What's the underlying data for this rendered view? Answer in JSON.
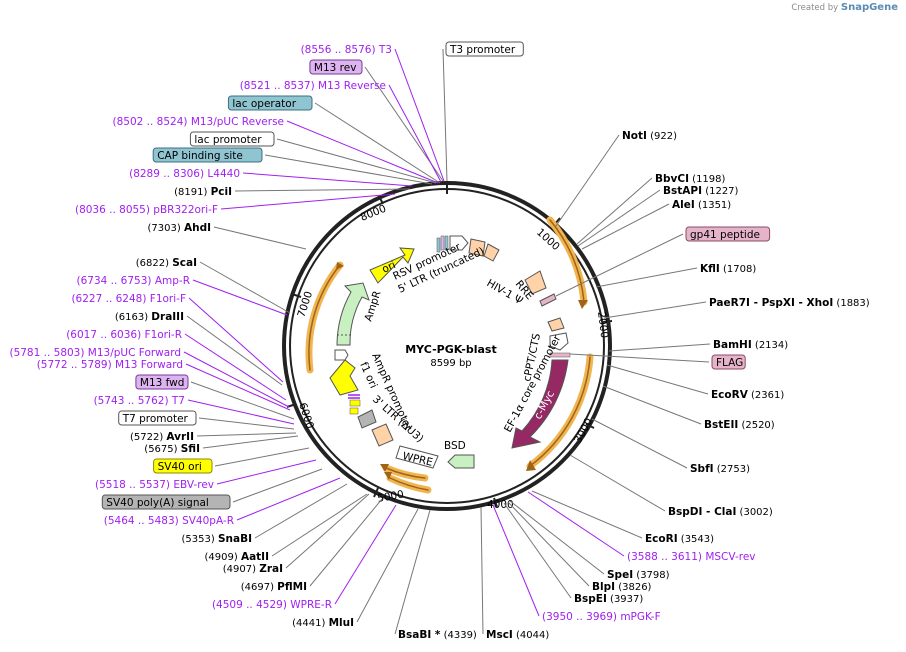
{
  "credit": {
    "prefix": "Created by",
    "brand": "SnapGene"
  },
  "plasmid": {
    "name": "MYC-PGK-blast",
    "size": "8599 bp"
  },
  "ticks": [
    "1000",
    "2000",
    "3000",
    "4000",
    "5000",
    "6000",
    "7000",
    "8000"
  ],
  "site_labels": [
    {
      "name": "T3",
      "pos": "(8556 .. 8576)",
      "kind": "primer"
    },
    {
      "name": "M13 rev",
      "kind": "box",
      "fill": "#dcb4f0",
      "stroke": "#7a3a9a"
    },
    {
      "name": "M13 Reverse",
      "pos": "(8521 .. 8537)",
      "kind": "primer"
    },
    {
      "name": "lac operator",
      "kind": "box",
      "fill": "#8fc4d0",
      "stroke": "#3a7080"
    },
    {
      "name": "M13/pUC Reverse",
      "pos": "(8502 .. 8524)",
      "kind": "primer"
    },
    {
      "name": "lac promoter",
      "kind": "box",
      "fill": "#ffffff",
      "stroke": "#555555"
    },
    {
      "name": "CAP binding site",
      "kind": "box",
      "fill": "#8fc4d0",
      "stroke": "#3a7080"
    },
    {
      "name": "L4440",
      "pos": "(8289 .. 8306)",
      "kind": "primer"
    },
    {
      "name": "PciI",
      "pos": "(8191)",
      "kind": "enzyme"
    },
    {
      "name": "pBR322ori-F",
      "pos": "(8036 .. 8055)",
      "kind": "primer"
    },
    {
      "name": "AhdI",
      "pos": "(7303)",
      "kind": "enzyme"
    },
    {
      "name": "ScaI",
      "pos": "(6822)",
      "kind": "enzyme"
    },
    {
      "name": "Amp-R",
      "pos": "(6734 .. 6753)",
      "kind": "primer"
    },
    {
      "name": "F1ori-F",
      "pos": "(6227 .. 6248)",
      "kind": "primer"
    },
    {
      "name": "DraIII",
      "pos": "(6163)",
      "kind": "enzyme"
    },
    {
      "name": "F1ori-R",
      "pos": "(6017 .. 6036)",
      "kind": "primer"
    },
    {
      "name": "M13/pUC Forward",
      "pos": "(5781 .. 5803)",
      "kind": "primer"
    },
    {
      "name": "M13 Forward",
      "pos": "(5772 .. 5789)",
      "kind": "primer"
    },
    {
      "name": "M13 fwd",
      "kind": "box",
      "fill": "#dcb4f0",
      "stroke": "#7a3a9a"
    },
    {
      "name": "T7",
      "pos": "(5743 .. 5762)",
      "kind": "primer"
    },
    {
      "name": "T7 promoter",
      "kind": "box",
      "fill": "#ffffff",
      "stroke": "#555555"
    },
    {
      "name": "AvrII",
      "pos": "(5722)",
      "kind": "enzyme"
    },
    {
      "name": "SfiI",
      "pos": "(5675)",
      "kind": "enzyme"
    },
    {
      "name": "SV40 ori",
      "kind": "box",
      "fill": "#ffff00",
      "stroke": "#8a8a00"
    },
    {
      "name": "EBV-rev",
      "pos": "(5518 .. 5537)",
      "kind": "primer"
    },
    {
      "name": "SV40 poly(A) signal",
      "kind": "box",
      "fill": "#b4b4b4",
      "stroke": "#555555"
    },
    {
      "name": "SV40pA-R",
      "pos": "(5464 .. 5483)",
      "kind": "primer"
    },
    {
      "name": "SnaBI",
      "pos": "(5353)",
      "kind": "enzyme"
    },
    {
      "name": "AatII",
      "pos": "(4909)",
      "kind": "enzyme"
    },
    {
      "name": "ZraI",
      "pos": "(4907)",
      "kind": "enzyme"
    },
    {
      "name": "PflMI",
      "pos": "(4697)",
      "kind": "enzyme"
    },
    {
      "name": "WPRE-R",
      "pos": "(4509 .. 4529)",
      "kind": "primer"
    },
    {
      "name": "MluI",
      "pos": "(4441)",
      "kind": "enzyme"
    },
    {
      "name": "BsaBI",
      "pos": "(4339)",
      "kind": "enzyme",
      "suffix": "*"
    },
    {
      "name": "MscI",
      "pos": "(4044)",
      "kind": "enzyme"
    },
    {
      "name": "mPGK-F",
      "pos": "(3950 .. 3969)",
      "kind": "primer"
    },
    {
      "name": "BspEI",
      "pos": "(3937)",
      "kind": "enzyme"
    },
    {
      "name": "BlpI",
      "pos": "(3826)",
      "kind": "enzyme"
    },
    {
      "name": "SpeI",
      "pos": "(3798)",
      "kind": "enzyme"
    },
    {
      "name": "MSCV-rev",
      "pos": "(3588 .. 3611)",
      "kind": "primer"
    },
    {
      "name": "EcoRI",
      "pos": "(3543)",
      "kind": "enzyme"
    },
    {
      "name": "BspDI",
      "name2": "ClaI",
      "pos": "(3002)",
      "kind": "enzyme"
    },
    {
      "name": "SbfI",
      "pos": "(2753)",
      "kind": "enzyme"
    },
    {
      "name": "BstEII",
      "pos": "(2520)",
      "kind": "enzyme"
    },
    {
      "name": "EcoRV",
      "pos": "(2361)",
      "kind": "enzyme"
    },
    {
      "name": "FLAG",
      "kind": "box",
      "fill": "#e6b4c8",
      "stroke": "#8a4a64"
    },
    {
      "name": "BamHI",
      "pos": "(2134)",
      "kind": "enzyme"
    },
    {
      "name": "PaeR7I",
      "name2": "PspXI",
      "name3": "XhoI",
      "pos": "(1883)",
      "kind": "enzyme"
    },
    {
      "name": "KflI",
      "pos": "(1708)",
      "kind": "enzyme"
    },
    {
      "name": "gp41 peptide",
      "kind": "box",
      "fill": "#e6b4c8",
      "stroke": "#8a4a64"
    },
    {
      "name": "AleI",
      "pos": "(1351)",
      "kind": "enzyme"
    },
    {
      "name": "BstAPI",
      "pos": "(1227)",
      "kind": "enzyme"
    },
    {
      "name": "BbvCI",
      "pos": "(1198)",
      "kind": "enzyme"
    },
    {
      "name": "NotI",
      "pos": "(922)",
      "kind": "enzyme"
    },
    {
      "name": "T3 promoter",
      "kind": "box",
      "fill": "#ffffff",
      "stroke": "#555555"
    }
  ],
  "inner_features": {
    "ori": "ori",
    "rsv": "RSV promoter",
    "ltr5": "5' LTR (truncated)",
    "hiv": "HIV-1 Ψ",
    "rre": "RRE",
    "cppt": "cPPT/CTS",
    "ef1a": "EF-1α core promoter",
    "cmyc": "c-Myc",
    "ampr": "AmpR",
    "ampr_prom": "AmpR promoter",
    "f1ori": "f1 ori",
    "ltr3": "3' LTR (ΔU3)",
    "wpre": "WPRE",
    "bsd": "BSD"
  },
  "colors": {
    "primer": "#a020f0",
    "orange": "#f0b450",
    "cmyc": "#962864",
    "ampr": "#c8f0c0",
    "ori": "#ffff00",
    "peach": "#ffd2a8"
  }
}
